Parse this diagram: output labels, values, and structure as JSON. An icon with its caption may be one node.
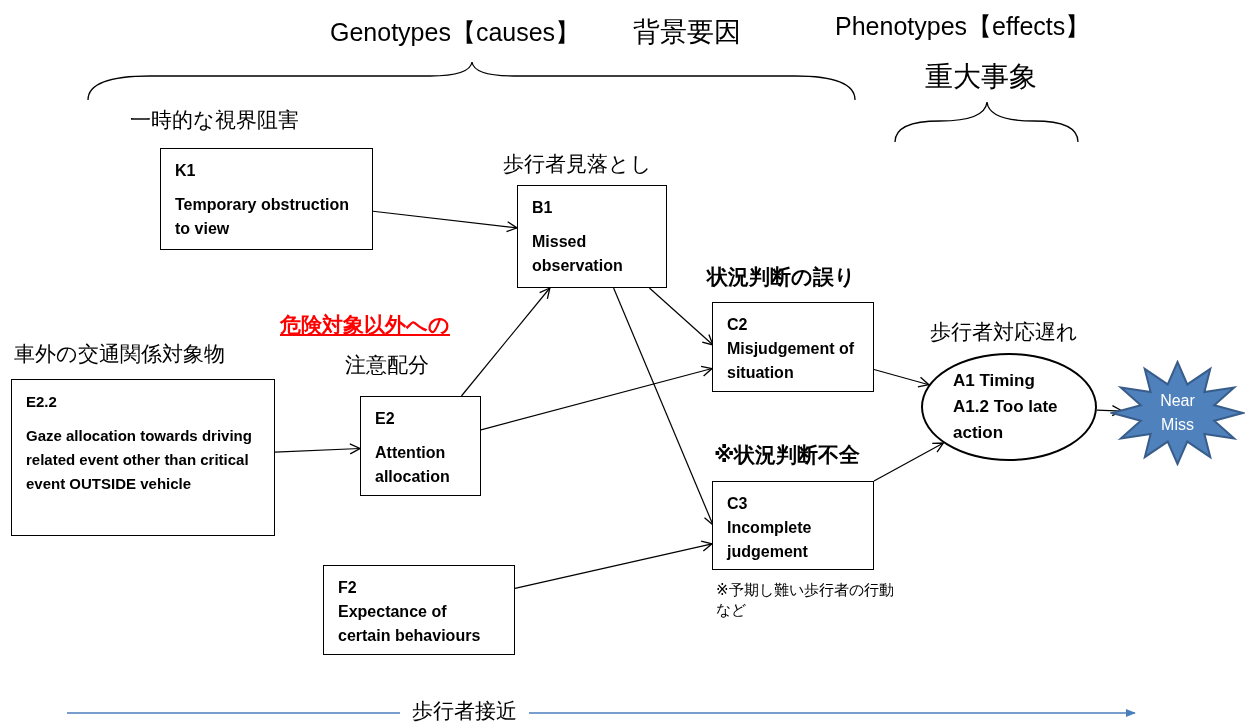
{
  "diagram": {
    "nodes": [
      {
        "text": [
          "一時的な視界阻害",
          "K1",
          "Temporary obstruction to view"
        ]
      },
      {
        "text": [
          "歩行者見落とし",
          "B1",
          "Missed observation"
        ]
      },
      {
        "text": [
          "車外の交通関係対象物",
          "E2.2",
          "Gaze allocation towards driving related event other than critical event OUTSIDE vehicle"
        ]
      },
      {
        "text": [
          "危険対象以外への",
          "注意配分",
          "E2",
          "Attention allocation"
        ]
      },
      {
        "text": [
          "状況判断の誤り",
          "C2",
          "Misjudgement of situation"
        ]
      },
      {
        "text": [
          "※状況判断不全",
          "C3",
          "Incomplete judgement"
        ],
        "beside": [
          "※予期し難い歩行者の行動など"
        ]
      },
      {
        "text": [
          "F2",
          "Expectance of certain behaviours"
        ]
      },
      {
        "text": [
          "歩行者対応遅れ",
          "A1 Timing A1.2 Too late action"
        ]
      },
      {
        "text": [
          "Near Miss"
        ]
      }
    ],
    "edges": [
      {
        "from": 0,
        "to": 1,
        "arrow": "to"
      },
      {
        "from": 2,
        "to": 3,
        "arrow": "to"
      },
      {
        "from": 3,
        "to": 1,
        "arrow": "to"
      },
      {
        "from": 3,
        "to": 4,
        "arrow": "to"
      },
      {
        "from": 1,
        "to": 4,
        "arrow": "to"
      },
      {
        "from": 1,
        "to": 5,
        "arrow": "to"
      },
      {
        "from": 6,
        "to": 5,
        "arrow": "to"
      },
      {
        "from": 4,
        "to": 7,
        "arrow": "to"
      },
      {
        "from": 5,
        "to": 7,
        "arrow": "to"
      },
      {
        "from": 7,
        "to": 8,
        "arrow": "to"
      }
    ],
    "labels": [
      "Genotypes【causes】",
      "背景要因",
      "Phenotypes【effects】",
      "重大事象",
      "歩行者接近"
    ]
  }
}
